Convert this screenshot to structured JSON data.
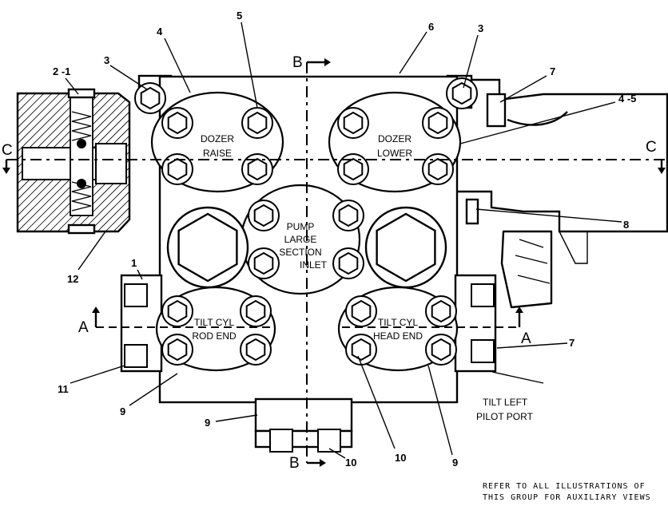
{
  "callouts": {
    "c4_top": "4",
    "c5_top": "5",
    "c6_top": "6",
    "c3_right": "3",
    "c3_left": "3",
    "c2_1": "2 -1",
    "c7_top": "7",
    "c4_5": "4 -5",
    "c8": "8",
    "c1": "1",
    "c12": "12",
    "c7_right": "7",
    "c11": "11",
    "c9_left": "9",
    "c9_bottom_left": "9",
    "c10_bottom": "10",
    "c10_center": "10",
    "c9_bottom_right": "9"
  },
  "sections": {
    "b_top": "B",
    "b_bottom": "B",
    "c_left": "C",
    "c_right": "C",
    "a_left": "A",
    "a_right": "A"
  },
  "ports": {
    "dozer_raise": [
      "DOZER",
      "RAISE"
    ],
    "dozer_lower": [
      "DOZER",
      "LOWER"
    ],
    "pump_inlet": [
      "PUMP",
      "LARGE",
      "SECTION",
      "INLET"
    ],
    "tilt_rod": [
      "TILT CYL",
      "ROD END"
    ],
    "tilt_head": [
      "TILT CYL",
      "HEAD END"
    ]
  },
  "side_label": [
    "TILT LEFT",
    "PILOT PORT"
  ],
  "note": [
    "REFER TO ALL ILLUSTRATIONS OF",
    "THIS GROUP FOR AUXILIARY VIEWS"
  ],
  "icons": [
    "hex-bolt-icon",
    "section-arrow-icon",
    "spring-icon"
  ]
}
